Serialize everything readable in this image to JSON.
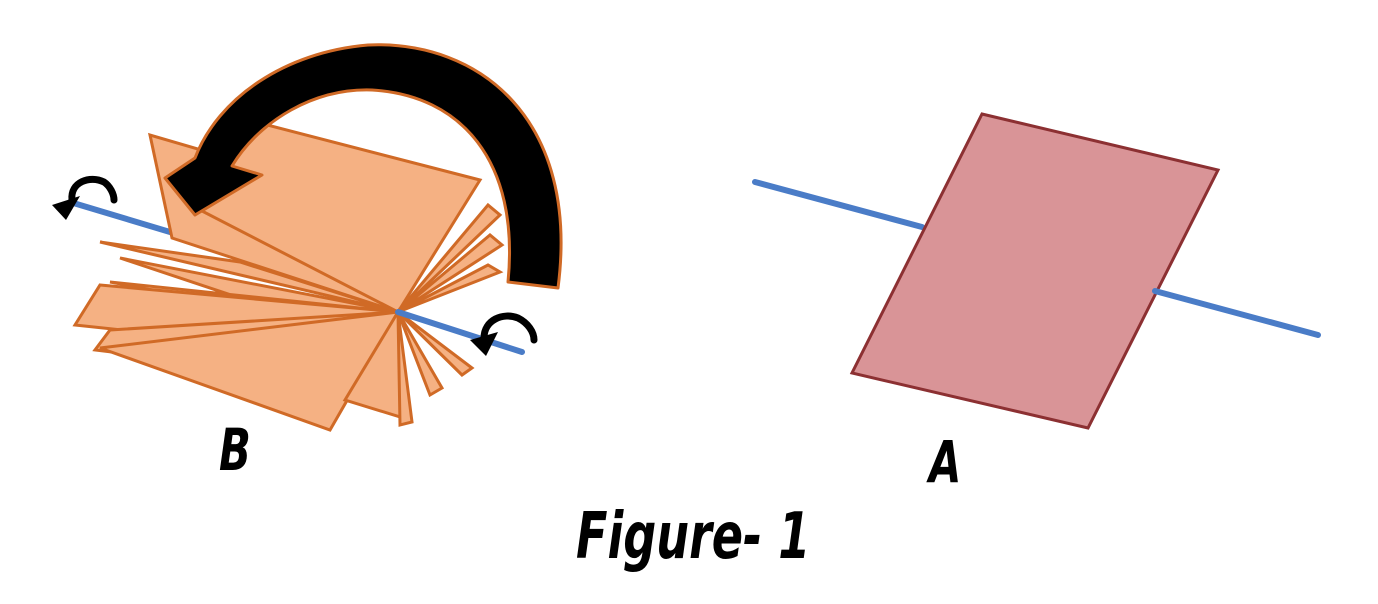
{
  "labels": {
    "left_figure": "B",
    "right_figure": "A",
    "caption": "Figure- 1"
  },
  "colors": {
    "axis": "#4a7cc7",
    "page_fill": "#f5b183",
    "page_stroke": "#d06a26",
    "plate_fill": "#d99497",
    "plate_stroke": "#8c3032",
    "arrow": "#000000"
  },
  "icons": {
    "big_rotation_arrow": "curved-arrow-icon",
    "small_left_arrow": "curved-arrow-icon",
    "small_right_arrow": "curved-arrow-icon"
  }
}
